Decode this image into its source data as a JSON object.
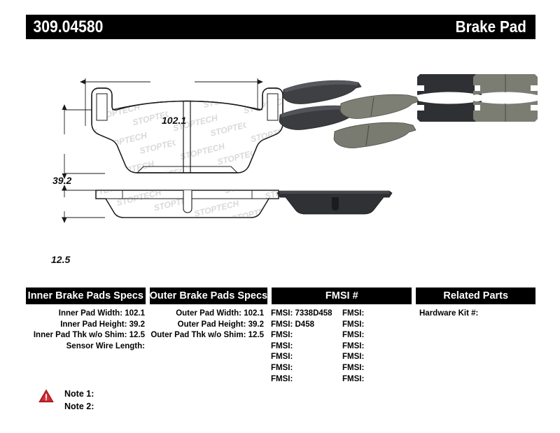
{
  "header": {
    "part_number": "309.04580",
    "title": "Brake Pad"
  },
  "drawing": {
    "dim_width": "102.1",
    "dim_height": "39.2",
    "dim_thickness": "12.5",
    "watermark_text": "STOPTECH"
  },
  "table": {
    "columns": {
      "inner": "Inner Brake Pads Specs",
      "outer": "Outer Brake Pads Specs",
      "fmsi": "FMSI #",
      "related": "Related Parts"
    },
    "inner_rows": [
      {
        "label": "Inner Pad Width:",
        "value": "102.1"
      },
      {
        "label": "Inner Pad Height:",
        "value": "39.2"
      },
      {
        "label": "Inner Pad Thk w/o Shim:",
        "value": "12.5"
      },
      {
        "label": "Sensor Wire Length:",
        "value": ""
      }
    ],
    "outer_rows": [
      {
        "label": "Outer Pad Width:",
        "value": "102.1"
      },
      {
        "label": "Outer Pad Height:",
        "value": "39.2"
      },
      {
        "label": "Outer Pad Thk w/o Shim:",
        "value": "12.5"
      }
    ],
    "fmsi_col1": [
      {
        "label": "FMSI:",
        "value": "7338D458"
      },
      {
        "label": "FMSI:",
        "value": "D458"
      },
      {
        "label": "FMSI:",
        "value": ""
      },
      {
        "label": "FMSI:",
        "value": ""
      },
      {
        "label": "FMSI:",
        "value": ""
      },
      {
        "label": "FMSI:",
        "value": ""
      },
      {
        "label": "FMSI:",
        "value": ""
      }
    ],
    "fmsi_col2": [
      {
        "label": "FMSI:",
        "value": ""
      },
      {
        "label": "FMSI:",
        "value": ""
      },
      {
        "label": "FMSI:",
        "value": ""
      },
      {
        "label": "FMSI:",
        "value": ""
      },
      {
        "label": "FMSI:",
        "value": ""
      },
      {
        "label": "FMSI:",
        "value": ""
      },
      {
        "label": "FMSI:",
        "value": ""
      }
    ],
    "related_rows": [
      {
        "label": "Hardware Kit #:",
        "value": ""
      }
    ]
  },
  "notes": {
    "icon": "warning-triangle-icon",
    "note1": "Note 1:",
    "note2": "Note 2:"
  },
  "colors": {
    "header_bg": "#000000",
    "header_text": "#ffffff",
    "warning_red": "#cc2027",
    "line": "#1a1a1a",
    "watermark": "#d8d8d8"
  }
}
